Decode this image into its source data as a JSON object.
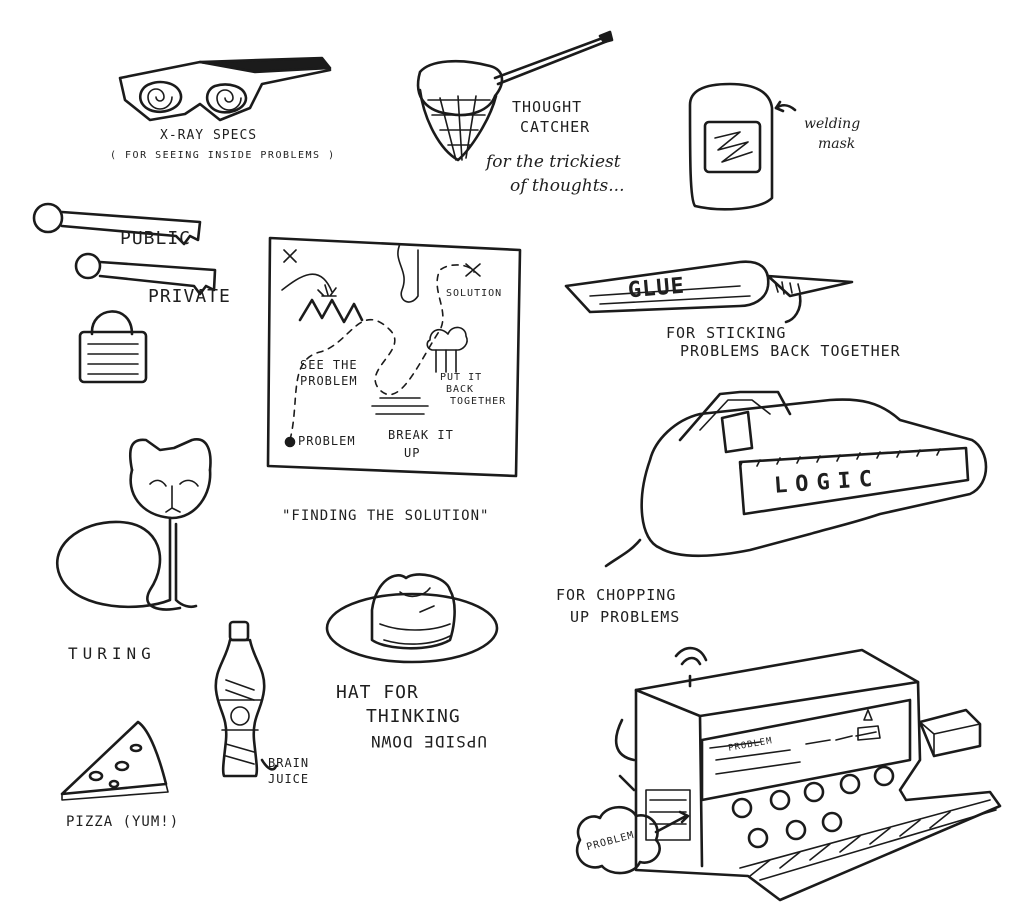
{
  "labels": {
    "xray_title": "X-RAY SPECS",
    "xray_sub": "( FOR SEEING INSIDE PROBLEMS )",
    "catcher_title_1": "THOUGHT",
    "catcher_title_2": "CATCHER",
    "catcher_note_1": "for the trickiest",
    "catcher_note_2": "of thoughts...",
    "mask_1": "welding",
    "mask_2": "mask",
    "key_public": "PUBLIC",
    "key_private": "PRIVATE",
    "glue_word": "GLUE",
    "glue_note_1": "FOR STICKING",
    "glue_note_2": "PROBLEMS BACK TOGETHER",
    "map_solution": "SOLUTION",
    "map_see_1": "SEE THE",
    "map_see_2": "PROBLEM",
    "map_put_1": "PUT IT",
    "map_put_2": "BACK",
    "map_put_3": "TOGETHER",
    "map_problem": "PROBLEM",
    "map_break_1": "BREAK IT",
    "map_break_2": "UP",
    "map_caption": "\"FINDING THE SOLUTION\"",
    "saw_word": "LOGIC",
    "saw_note_1": "FOR CHOPPING",
    "saw_note_2": "UP PROBLEMS",
    "turing": "TURING",
    "hat_1": "HAT FOR",
    "hat_2": "THINKING",
    "hat_3": "UPSIDE DOWN",
    "juice_1": "BRAIN",
    "juice_2": "JUICE",
    "pizza": "PIZZA (YUM!)",
    "computer_screen": "PROBLEM",
    "computer_cloud": "PROBLEM"
  }
}
